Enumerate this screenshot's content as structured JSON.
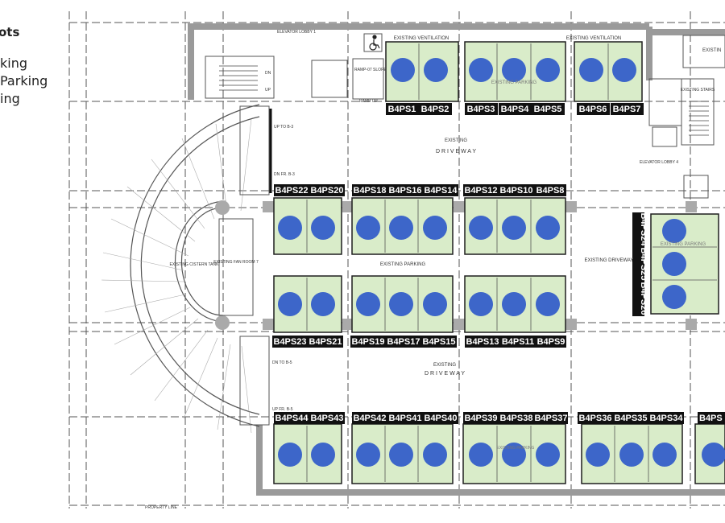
{
  "legend": {
    "title": "ots",
    "items": [
      "king",
      "Parking",
      "ing"
    ]
  },
  "colors": {
    "stall_fill": "#d9ecc9",
    "stall_stroke": "#1f1f1f",
    "circle_fill": "#3d66c9",
    "label_bg": "#111111",
    "label_text": "#ffffff",
    "wall": "#9a9a9a"
  },
  "plan_text": {
    "existing_ventilation_1": "EXISTING VENTILATION",
    "existing_ventilation_2": "EXISTING VENTILATION",
    "existing_parking_top": "EXISTING PARKING",
    "elevator_lobby_1": "ELEVATOR LOBBY 1",
    "ramp_up": "RAMP UP",
    "ramp_slope": "RAMP-07 SLOPE",
    "up_to_b3": "UP TO B-3",
    "dn_fr_b3": "DN FR. B-3",
    "driveway_top": "EXISTING",
    "driveway_top_2": "D R I V E W A Y",
    "existing_parking_mid": "EXISTING PARKING",
    "existing_driveway_right": "EXISTING DRIVEWAY",
    "existing_cistern_tank": "EXISTING CISTERN TANK",
    "existing_fan_room": "EXISTING FAN ROOM 7",
    "driveway_bottom": "EXISTING",
    "driveway_bottom_2": "D R I V E W A Y",
    "dn_to_b5": "DN TO B-5",
    "up_fr_b5": "UP FR. B-5",
    "elevator_lobby_4": "ELEVATOR LOBBY 4",
    "existing_stairs": "EXISTING STAIRS",
    "existing_top_right": "EXISTIN",
    "existing_parking_bottom": "EXISTING PARKING",
    "existing_right_block": "EXISTING PARKING",
    "property_line": "PROPERTY LINE",
    "dn": "DN",
    "up": "UP"
  },
  "stall_labels": {
    "top": [
      "B4PS1",
      "B4PS2",
      "B4PS3",
      "B4PS4",
      "B4PS5",
      "B4PS6",
      "B4PS7"
    ],
    "row2": [
      "B4PS22",
      "B4PS20",
      "B4PS18",
      "B4PS16",
      "B4PS14",
      "B4PS12",
      "B4PS10",
      "B4PS8"
    ],
    "row3": [
      "B4PS23",
      "B4PS21",
      "B4PS19",
      "B4PS17",
      "B4PS15",
      "B4PS13",
      "B4PS11",
      "B4PS9"
    ],
    "row4": [
      "B4PS44",
      "B4PS43",
      "B4PS42",
      "B4PS41",
      "B4PS40",
      "B4PS39",
      "B4PS38",
      "B4PS37",
      "B4PS36",
      "B4PS35",
      "B4PS34",
      "B4PS"
    ],
    "right": [
      "B4PS24",
      "B4PS25",
      "B4PS26"
    ]
  }
}
